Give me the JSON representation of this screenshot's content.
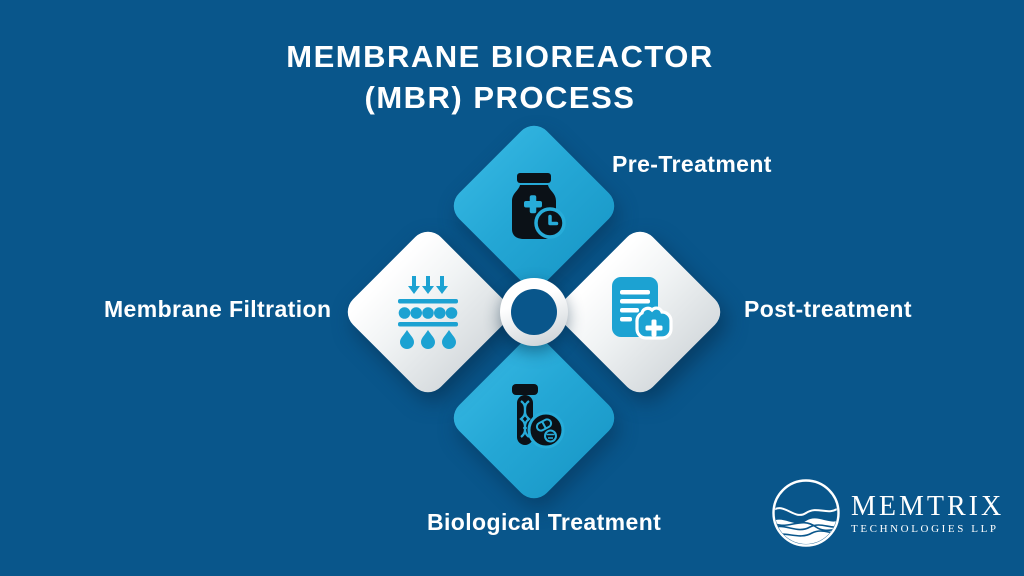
{
  "title": {
    "line1": "MEMBRANE BIOREACTOR",
    "line2": "(MBR) PROCESS"
  },
  "stages": [
    {
      "id": "pre-treatment",
      "label": "Pre-Treatment",
      "position": "top",
      "tile_color": "cyan",
      "icon": "medicine-jar-clock-icon"
    },
    {
      "id": "post-treatment",
      "label": "Post-treatment",
      "position": "right",
      "tile_color": "white",
      "icon": "document-medical-badge-icon"
    },
    {
      "id": "biological-treatment",
      "label": "Biological Treatment",
      "position": "bottom",
      "tile_color": "cyan",
      "icon": "test-tube-pills-icon"
    },
    {
      "id": "membrane-filtration",
      "label": "Membrane Filtration",
      "position": "left",
      "tile_color": "white",
      "icon": "membrane-filter-droplets-icon"
    }
  ],
  "logo": {
    "name": "MEMTRIX",
    "subtitle": "TECHNOLOGIES LLP",
    "icon": "waves-circle-icon"
  },
  "colors": {
    "background": "#09568B",
    "accent_cyan": "#24A7D5",
    "tile_white": "#F0F3F4",
    "icon_black": "#0B1117",
    "text_white": "#FFFFFF"
  }
}
